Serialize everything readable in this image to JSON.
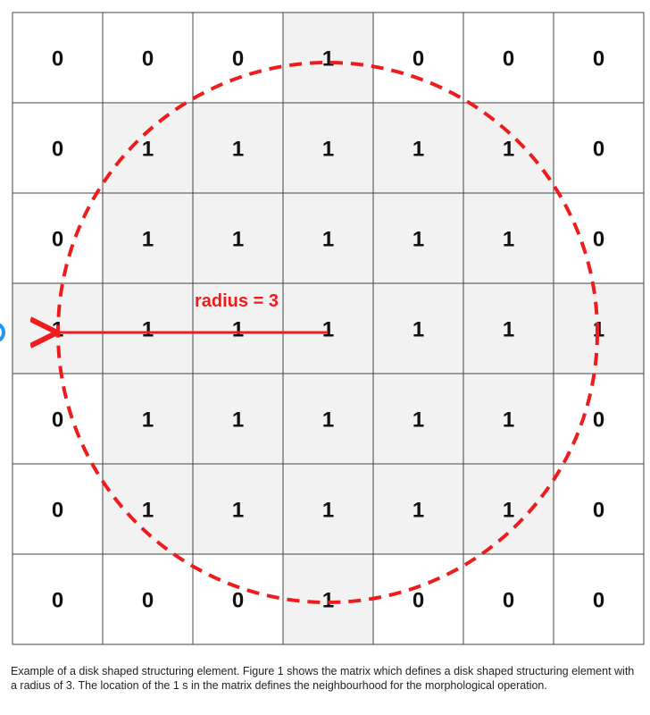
{
  "matrix": [
    [
      "0",
      "0",
      "0",
      "1",
      "0",
      "0",
      "0"
    ],
    [
      "0",
      "1",
      "1",
      "1",
      "1",
      "1",
      "0"
    ],
    [
      "0",
      "1",
      "1",
      "1",
      "1",
      "1",
      "0"
    ],
    [
      "1",
      "1",
      "1",
      "1",
      "1",
      "1",
      "1"
    ],
    [
      "0",
      "1",
      "1",
      "1",
      "1",
      "1",
      "0"
    ],
    [
      "0",
      "1",
      "1",
      "1",
      "1",
      "1",
      "0"
    ],
    [
      "0",
      "0",
      "0",
      "1",
      "0",
      "0",
      "0"
    ]
  ],
  "radius_label": "radius = 3",
  "colors": {
    "one_fill": "#f2f2f2",
    "zero_fill": "#ffffff",
    "grid": "#444444",
    "accent": "#ee1c1c"
  },
  "caption": "Example of a disk shaped structuring element. Figure 1 shows the matrix which defines a disk shaped structuring element with a radius of 3. The location of the 1 s in the matrix defines the neighbourhood for the morphological operation."
}
